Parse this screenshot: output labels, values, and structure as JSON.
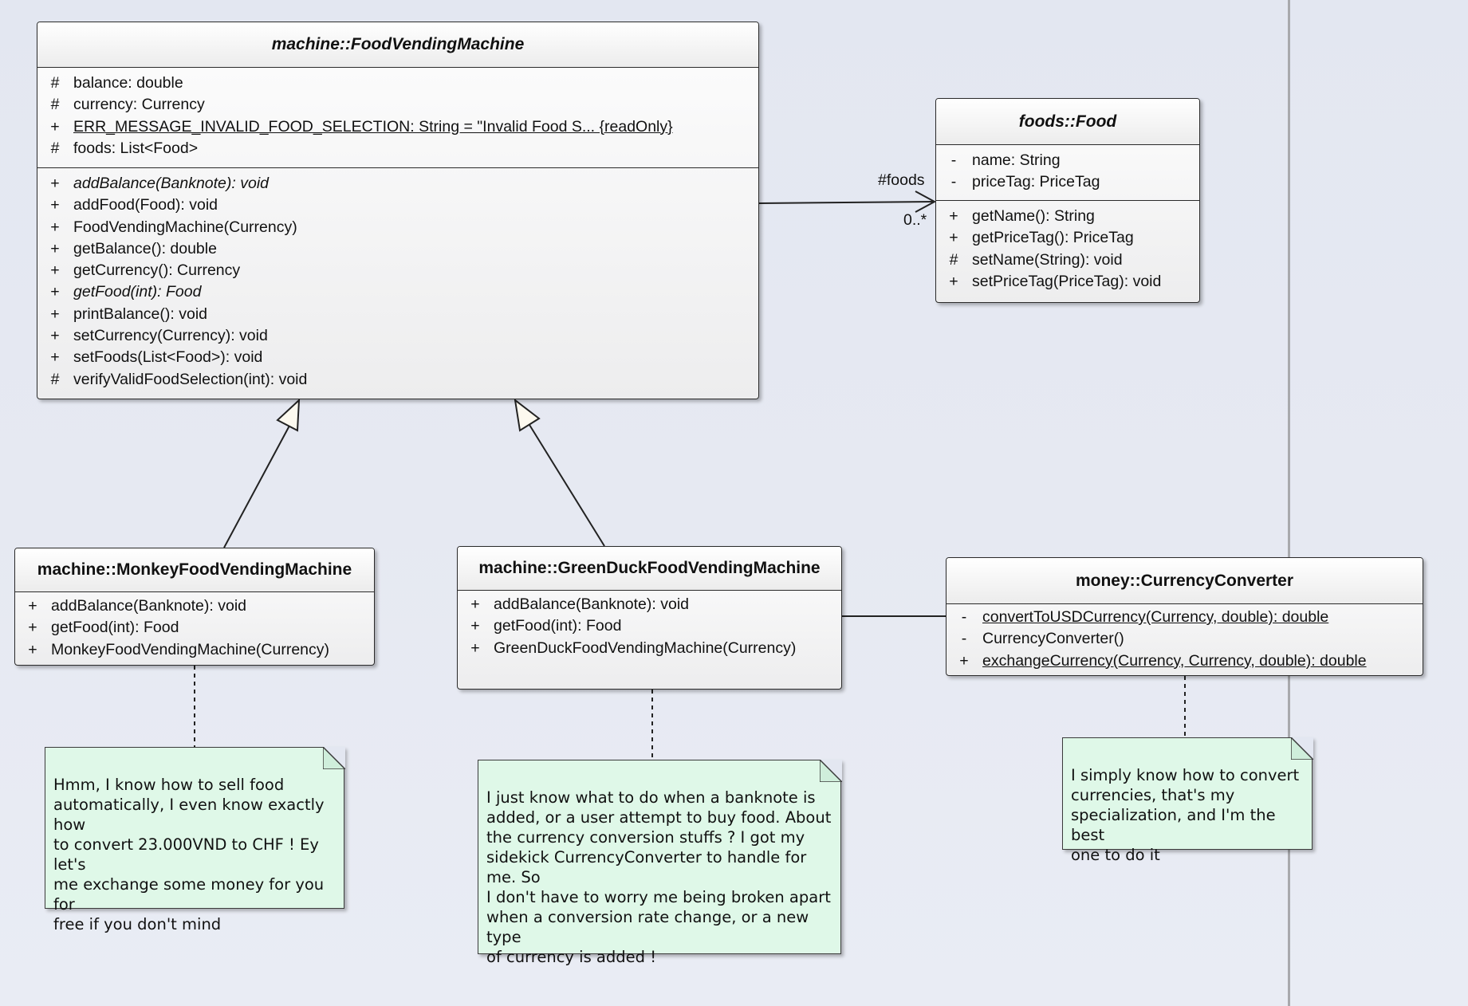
{
  "classes": {
    "food_vending_machine": {
      "title": "machine::FoodVendingMachine",
      "attributes": [
        {
          "vis": "#",
          "sig": "balance: double"
        },
        {
          "vis": "#",
          "sig": "currency: Currency"
        },
        {
          "vis": "+",
          "sig": "ERR_MESSAGE_INVALID_FOOD_SELECTION: String = \"Invalid Food S... {readOnly}",
          "static": true
        },
        {
          "vis": "#",
          "sig": "foods: List<Food>"
        }
      ],
      "operations": [
        {
          "vis": "+",
          "sig": "addBalance(Banknote): void",
          "abstract": true
        },
        {
          "vis": "+",
          "sig": "addFood(Food): void"
        },
        {
          "vis": "+",
          "sig": "FoodVendingMachine(Currency)"
        },
        {
          "vis": "+",
          "sig": "getBalance(): double"
        },
        {
          "vis": "+",
          "sig": "getCurrency(): Currency"
        },
        {
          "vis": "+",
          "sig": "getFood(int): Food",
          "abstract": true
        },
        {
          "vis": "+",
          "sig": "printBalance(): void"
        },
        {
          "vis": "+",
          "sig": "setCurrency(Currency): void"
        },
        {
          "vis": "+",
          "sig": "setFoods(List<Food>): void"
        },
        {
          "vis": "#",
          "sig": "verifyValidFoodSelection(int): void"
        }
      ]
    },
    "food": {
      "title": "foods::Food",
      "attributes": [
        {
          "vis": "-",
          "sig": "name: String"
        },
        {
          "vis": "-",
          "sig": "priceTag: PriceTag"
        }
      ],
      "operations": [
        {
          "vis": "+",
          "sig": "getName(): String"
        },
        {
          "vis": "+",
          "sig": "getPriceTag(): PriceTag"
        },
        {
          "vis": "#",
          "sig": "setName(String): void"
        },
        {
          "vis": "+",
          "sig": "setPriceTag(PriceTag): void"
        }
      ]
    },
    "monkey": {
      "title": "machine::MonkeyFoodVendingMachine",
      "operations": [
        {
          "vis": "+",
          "sig": "addBalance(Banknote): void"
        },
        {
          "vis": "+",
          "sig": "getFood(int): Food"
        },
        {
          "vis": "+",
          "sig": "MonkeyFoodVendingMachine(Currency)"
        }
      ]
    },
    "greenduck": {
      "title": "machine::GreenDuckFoodVendingMachine",
      "operations": [
        {
          "vis": "+",
          "sig": "addBalance(Banknote): void"
        },
        {
          "vis": "+",
          "sig": "getFood(int): Food"
        },
        {
          "vis": "+",
          "sig": "GreenDuckFoodVendingMachine(Currency)"
        }
      ]
    },
    "converter": {
      "title": "money::CurrencyConverter",
      "operations": [
        {
          "vis": "-",
          "sig": "convertToUSDCurrency(Currency, double): double",
          "static": true
        },
        {
          "vis": "-",
          "sig": "CurrencyConverter()"
        },
        {
          "vis": "+",
          "sig": "exchangeCurrency(Currency, Currency, double): double",
          "static": true
        }
      ]
    }
  },
  "association": {
    "role": "#foods",
    "multiplicity": "0..*"
  },
  "notes": {
    "monkey_note": [
      "Hmm, I know how to sell food",
      "automatically, I even know exactly how",
      "to convert 23.000VND to CHF ! Ey let's",
      "me exchange some money for you for",
      "free if you don't mind"
    ],
    "greenduck_note": [
      "I just know what to do when a banknote is",
      "added, or a user attempt to buy food. About",
      "the currency conversion stuffs ? I got my",
      "sidekick CurrencyConverter to handle for me. So",
      "I don't have to worry me being broken apart",
      "when a conversion rate change, or a new type",
      "of currency is added !"
    ],
    "converter_note": [
      "I simply know how to convert",
      "currencies, that's my",
      "specialization, and I'm the best",
      "one to do it"
    ]
  }
}
